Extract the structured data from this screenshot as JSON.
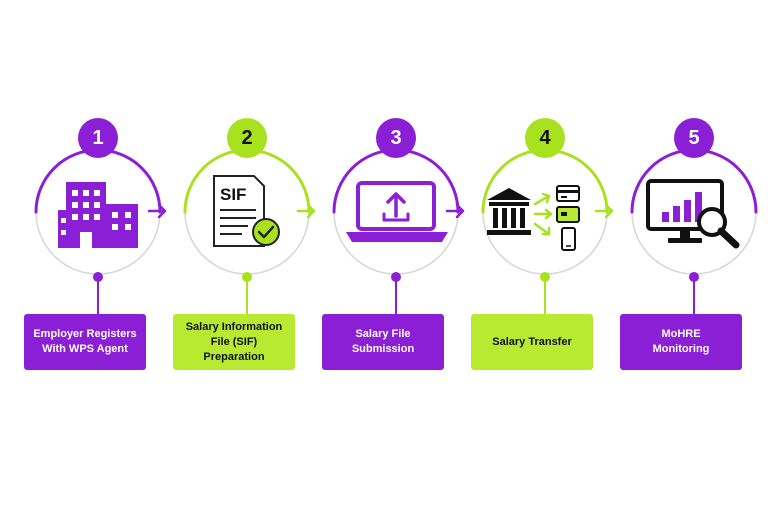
{
  "colors": {
    "purple": "#8a1fd6",
    "lime": "#b9ea32",
    "ring_gray": "#d6d6d6"
  },
  "steps": [
    {
      "number": "1",
      "label": "Employer Registers\nWith WPS Agent",
      "theme": "purple",
      "icon": "building-icon"
    },
    {
      "number": "2",
      "label": "Salary Information\nFile (SIF) Preparation",
      "theme": "lime",
      "icon": "document-check-icon",
      "icon_text": "SIF"
    },
    {
      "number": "3",
      "label": "Salary File\nSubmission",
      "theme": "purple",
      "icon": "laptop-upload-icon"
    },
    {
      "number": "4",
      "label": "Salary Transfer",
      "theme": "lime",
      "icon": "bank-transfer-icon"
    },
    {
      "number": "5",
      "label": "MoHRE\nMonitoring",
      "theme": "purple",
      "icon": "monitor-analytics-icon"
    }
  ],
  "connectors": [
    "purple",
    "lime",
    "purple",
    "lime"
  ]
}
